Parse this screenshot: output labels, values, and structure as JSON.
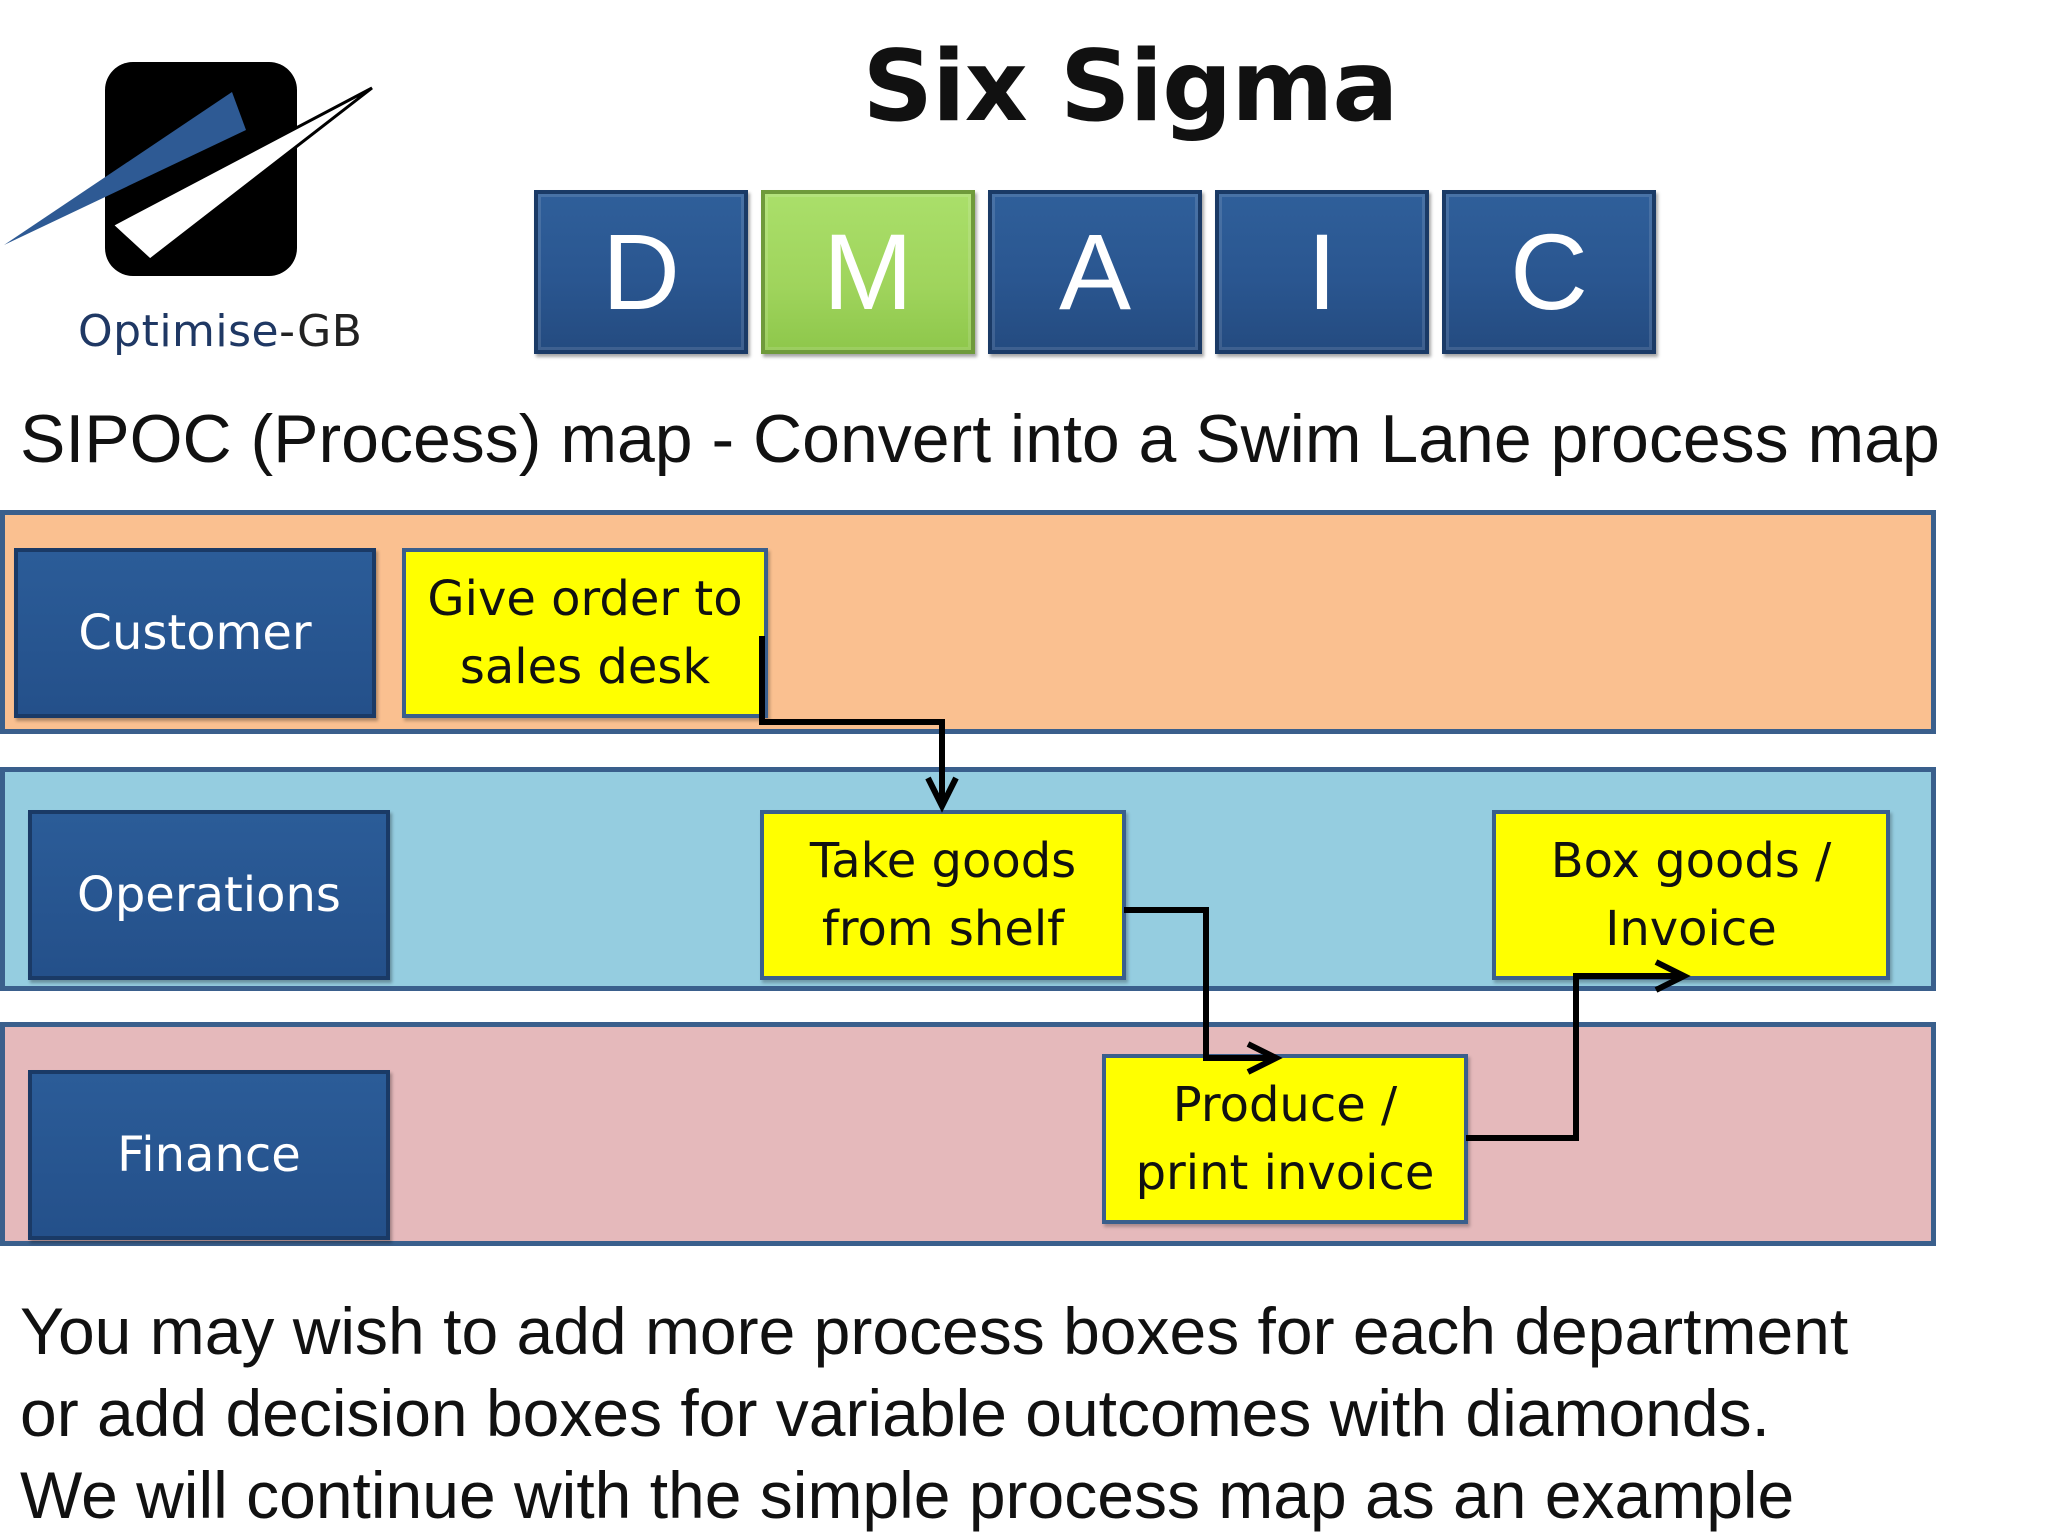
{
  "logo": {
    "brand_primary": "Optimise",
    "brand_secondary": "-GB",
    "colors": {
      "box": "#000000",
      "blade": "#2e5a94",
      "check": "#ffffff"
    }
  },
  "title": "Six Sigma",
  "dmaic": {
    "letters": [
      "D",
      "M",
      "A",
      "I",
      "C"
    ],
    "active_letter": "M",
    "colors": {
      "inactive": "#2b5a94",
      "active": "#a3d862"
    }
  },
  "subtitle": "SIPOC (Process) map - Convert into a Swim Lane process map",
  "swimlanes": [
    {
      "id": "customer",
      "label": "Customer",
      "color": "#fac090"
    },
    {
      "id": "operations",
      "label": "Operations",
      "color": "#95cde0"
    },
    {
      "id": "finance",
      "label": "Finance",
      "color": "#e5b9bb"
    }
  ],
  "process_boxes": [
    {
      "id": "give-order",
      "lane": "customer",
      "lines": [
        "Give order to",
        "sales desk"
      ]
    },
    {
      "id": "take-goods",
      "lane": "operations",
      "lines": [
        "Take goods",
        "from shelf"
      ]
    },
    {
      "id": "box-goods",
      "lane": "operations",
      "lines": [
        "Box goods /",
        "Invoice"
      ]
    },
    {
      "id": "produce-invoice",
      "lane": "finance",
      "lines": [
        "Produce /",
        "print invoice"
      ]
    }
  ],
  "flow": [
    {
      "from": "give-order",
      "to": "take-goods"
    },
    {
      "from": "take-goods",
      "to": "produce-invoice"
    },
    {
      "from": "produce-invoice",
      "to": "box-goods"
    }
  ],
  "footer": {
    "lines": [
      "You may wish to add more process boxes for each department",
      "or add decision boxes for variable outcomes with diamonds.",
      "We will continue with the simple process map as an example"
    ]
  }
}
